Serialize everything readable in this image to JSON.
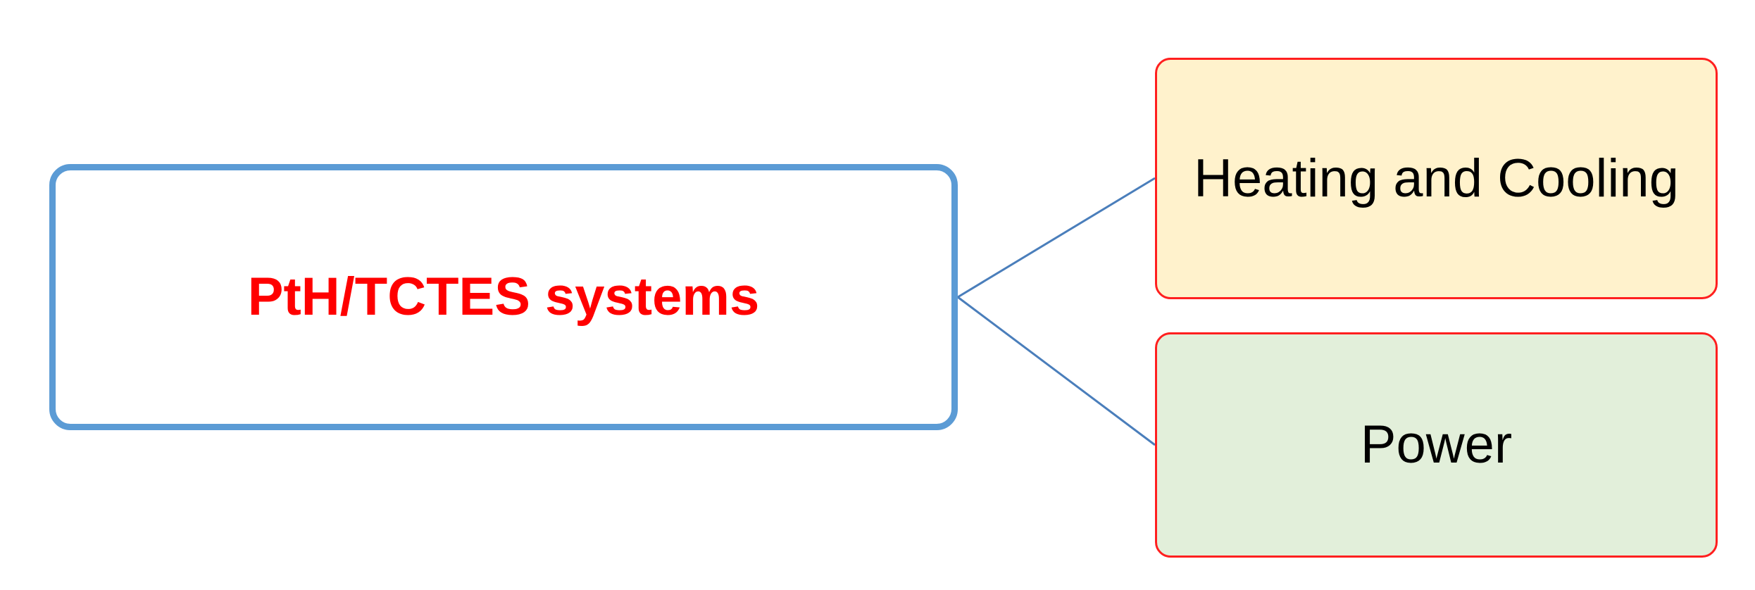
{
  "root": {
    "label": "PtH/TCTES systems",
    "text_color": "#ff0000",
    "border_color": "#5b9bd5"
  },
  "branches": [
    {
      "label": "Heating and Cooling",
      "fill": "#fff2cc",
      "border_color": "#ff1f1f"
    },
    {
      "label": "Power",
      "fill": "#e2efda",
      "border_color": "#ff1f1f"
    }
  ],
  "connector_color": "#4a7ebb"
}
